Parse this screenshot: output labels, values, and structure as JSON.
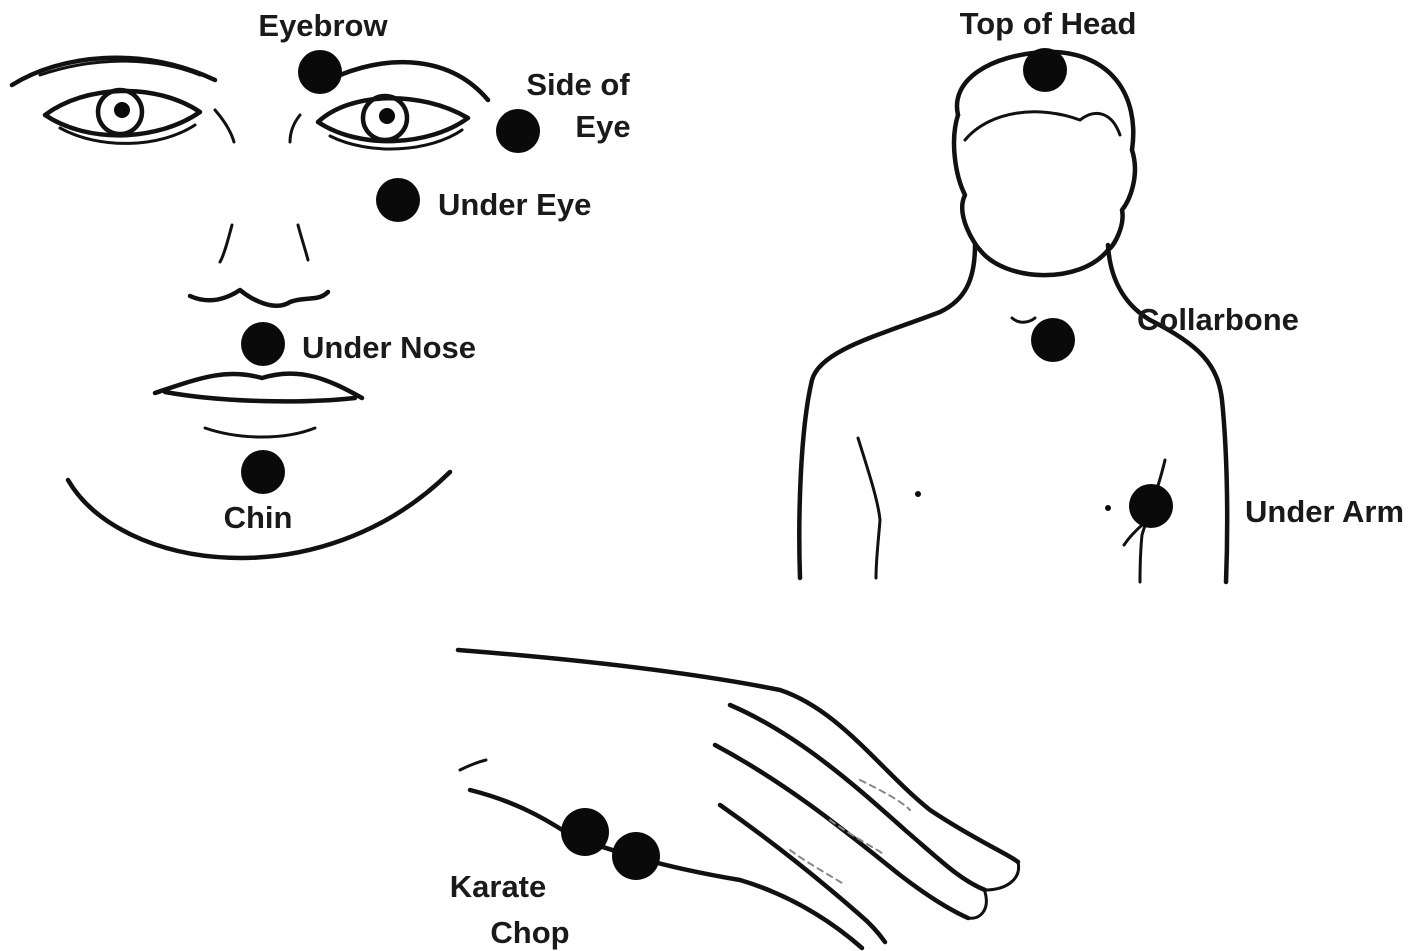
{
  "points": {
    "eyebrow": "Eyebrow",
    "side_of_eye_line1": "Side of",
    "side_of_eye_line2": "Eye",
    "under_eye": "Under Eye",
    "under_nose": "Under Nose",
    "chin": "Chin",
    "top_of_head": "Top of Head",
    "collarbone": "Collarbone",
    "under_arm": "Under Arm",
    "karate_chop_line1": "Karate",
    "karate_chop_line2": "Chop"
  },
  "colors": {
    "ink": "#111111",
    "point": "#0a0a0a",
    "background": "#ffffff"
  }
}
